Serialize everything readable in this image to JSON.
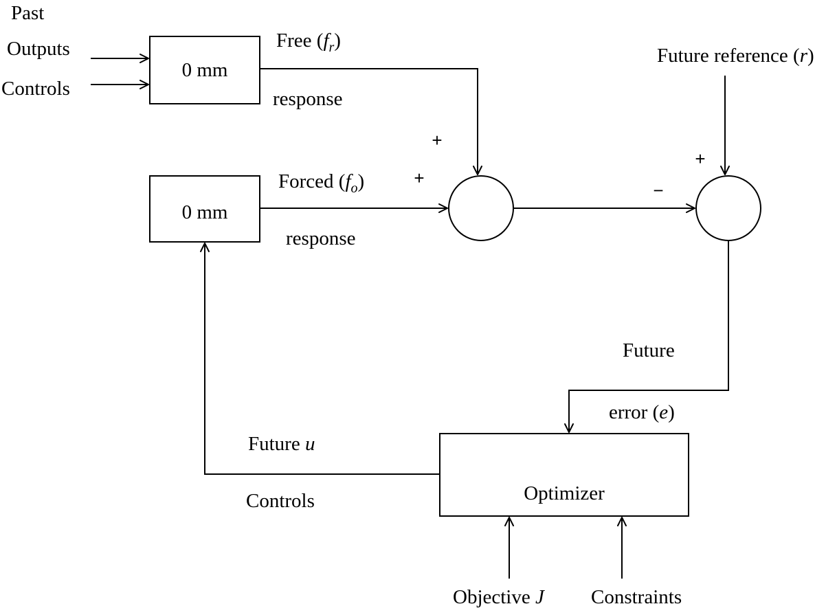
{
  "inputs": {
    "past": "Past",
    "outputs": "Outputs",
    "controls": "Controls"
  },
  "blocks": {
    "free_model": "0 mm",
    "forced_model": "0 mm",
    "optimizer": "Optimizer"
  },
  "signals": {
    "free_word": "Free (",
    "free_symbol": "f",
    "free_subscript": "r",
    "free_close": ")",
    "free_response": "response",
    "forced_word": "Forced (",
    "forced_symbol": "f",
    "forced_subscript": "o",
    "forced_close": ")",
    "forced_response": "response",
    "reference_word": "Future reference (",
    "reference_symbol": "r",
    "reference_close": ")",
    "error_line1": "Future",
    "error_word": "error (",
    "error_symbol": "e",
    "error_close": ")",
    "future_u_word": "Future ",
    "future_u_symbol": "u",
    "future_controls": "Controls",
    "objective_word": "Objective ",
    "objective_symbol": "J",
    "constraints": "Constraints"
  },
  "signs": {
    "sum1_top": "+",
    "sum1_left": "+",
    "sum2_top": "+",
    "sum2_left": "−"
  }
}
